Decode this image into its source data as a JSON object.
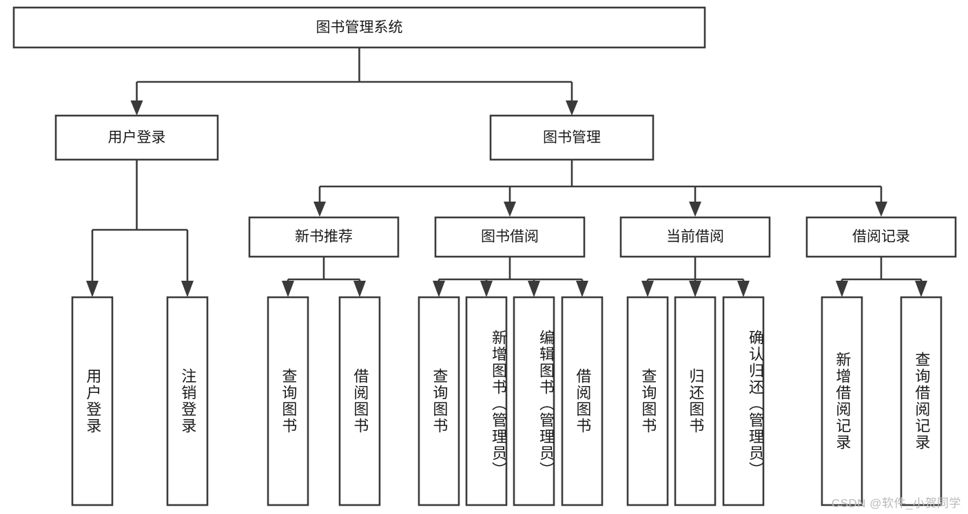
{
  "diagram": {
    "type": "tree-hierarchy-chart",
    "title": "图书管理系统",
    "colors": {
      "stroke": "#3a3a3a",
      "fill": "#ffffff",
      "text": "#1a1a1a",
      "background": "#ffffff",
      "watermark": "#b9b9b9"
    },
    "root": {
      "label": "图书管理系统",
      "level": 1
    },
    "level2": [
      {
        "label": "用户登录"
      },
      {
        "label": "图书管理"
      }
    ],
    "level3": [
      {
        "label": "新书推荐",
        "parent": "图书管理"
      },
      {
        "label": "图书借阅",
        "parent": "图书管理"
      },
      {
        "label": "当前借阅",
        "parent": "图书管理"
      },
      {
        "label": "借阅记录",
        "parent": "图书管理"
      }
    ],
    "leaves": {
      "用户登录": [
        {
          "label": "用户登录"
        },
        {
          "label": "注销登录"
        }
      ],
      "新书推荐": [
        {
          "label": "查询图书"
        },
        {
          "label": "借阅图书"
        }
      ],
      "图书借阅": [
        {
          "label": "查询图书"
        },
        {
          "label": "新增图书（管理员）"
        },
        {
          "label": "编辑图书（管理员）"
        },
        {
          "label": "借阅图书"
        }
      ],
      "当前借阅": [
        {
          "label": "查询图书"
        },
        {
          "label": "归还图书"
        },
        {
          "label": "确认归还（管理员）"
        }
      ],
      "借阅记录": [
        {
          "label": "新增借阅记录"
        },
        {
          "label": "查询借阅记录"
        }
      ]
    }
  },
  "watermark": {
    "text": "CSDN @软件_小贺同学"
  }
}
